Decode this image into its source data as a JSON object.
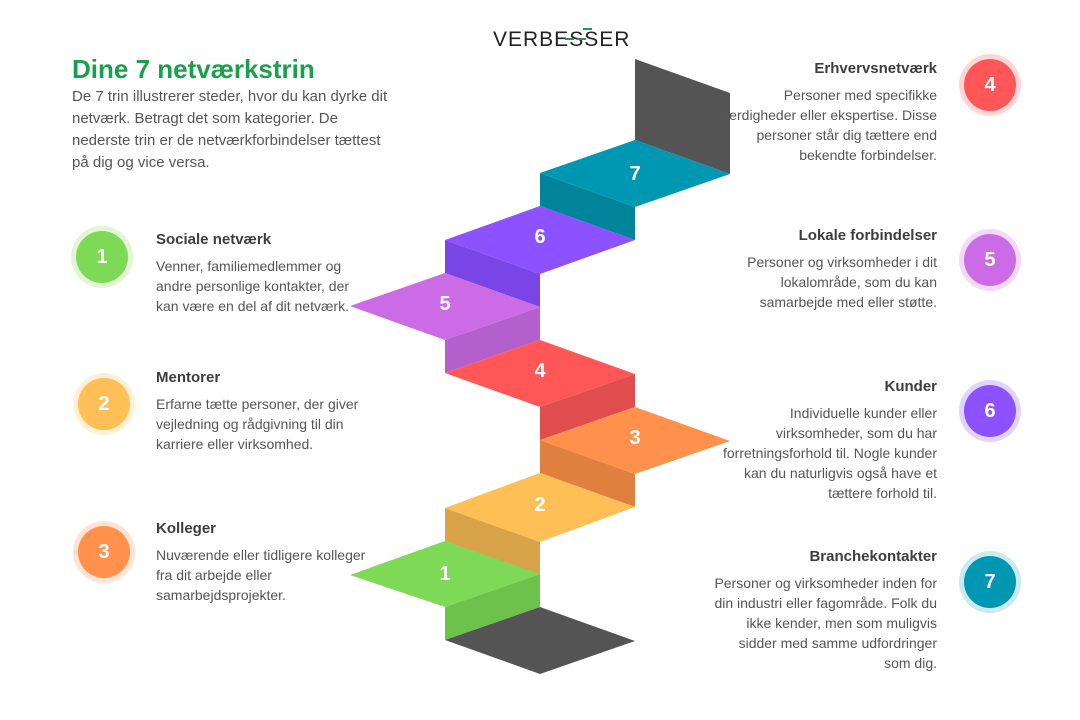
{
  "brand": {
    "logo_text": "VERBESSER"
  },
  "header": {
    "title": "Dine 7 netværkstrin",
    "intro": "De 7 trin illustrerer steder, hvor du kan dyrke dit netværk. Betragt det som kategorier. De nederste trin er de netværkforbindelser tættest på dig og vice versa."
  },
  "steps": [
    {
      "num": "1",
      "title": "Sociale netværk",
      "text": "Venner, familiemedlemmer og andre personlige kontakter, der kan være en del af dit netværk.",
      "color": "#7ed957"
    },
    {
      "num": "2",
      "title": "Mentorer",
      "text": "Erfarne tætte personer, der giver vejledning og rådgivning til din karriere eller virksomhed.",
      "color": "#ffbf57"
    },
    {
      "num": "3",
      "title": "Kolleger",
      "text": "Nuværende eller tidligere kolleger fra dit arbejde eller samarbejdsprojekter.",
      "color": "#ff914d"
    },
    {
      "num": "4",
      "title": "Erhvervsnetværk",
      "text": "Personer med specifikke færdigheder eller ekspertise. Disse personer står dig tættere end bekendte forbindelser.",
      "color": "#ff5757"
    },
    {
      "num": "5",
      "title": "Lokale forbindelser",
      "text": "Personer og virksomheder i dit lokalområde, som du kan samarbejde med eller støtte.",
      "color": "#cb6ce6"
    },
    {
      "num": "6",
      "title": "Kunder",
      "text": "Individuelle kunder eller virksomheder, som du har forretningsforhold til. Nogle kunder kan du naturligvis også have et tættere forhold til.",
      "color": "#8c52ff"
    },
    {
      "num": "7",
      "title": "Branchekontakter",
      "text": "Personer og virksomheder inden for din industri eller fagområde. Folk du ikke kender, men som muligvis sidder med samme udfordringer som dig.",
      "color": "#0097b2"
    }
  ],
  "colors": {
    "title_green": "#1aa04a",
    "stair_dark": "#545454"
  }
}
